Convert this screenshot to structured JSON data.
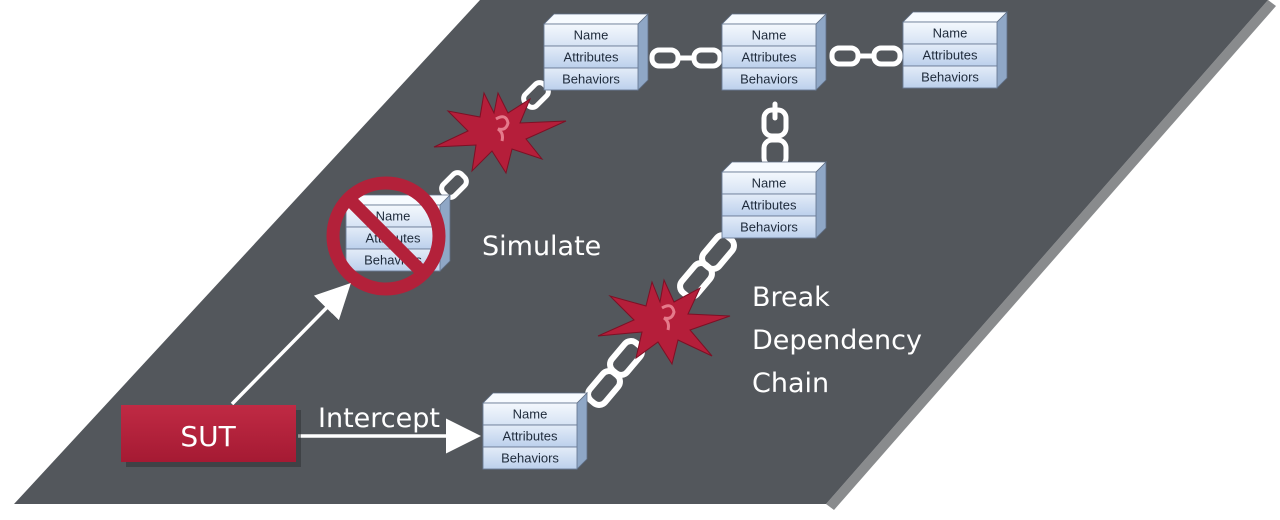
{
  "diagram": {
    "sut_label": "SUT",
    "intercept_label": "Intercept",
    "simulate_label": "Simulate",
    "break_label": [
      "Break",
      "Dependency",
      "Chain"
    ],
    "object_rows": [
      "Name",
      "Attributes",
      "Behaviors"
    ],
    "colors": {
      "plane": "#53575c",
      "sut_box": "#b3203a",
      "burst": "#b51e3a",
      "prohibit": "#b3213a",
      "chain": "#ffffff",
      "object_top_row": "#e6eef8",
      "object_row": "#c9daf0"
    }
  }
}
